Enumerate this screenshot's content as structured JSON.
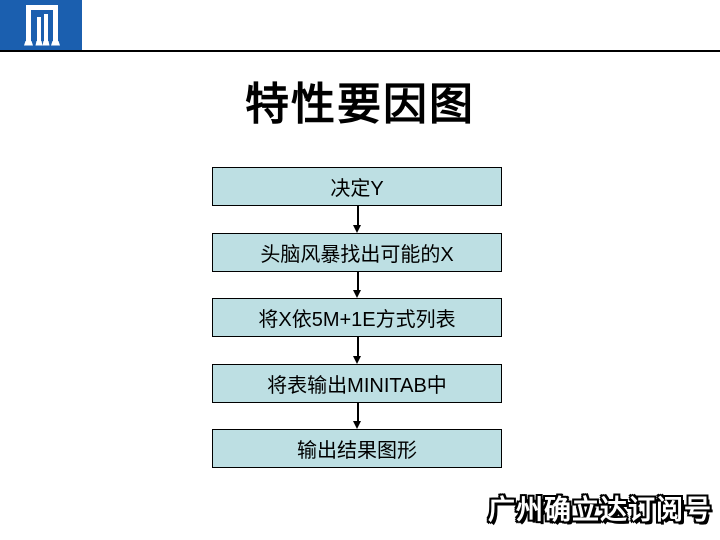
{
  "title": "特性要因图",
  "watermark": "广州确立达订阅号",
  "logo": {
    "icon": "gate-pillars-logo",
    "background_color": "#1B5FAF",
    "symbol_color": "#FFFFFF"
  },
  "flow": {
    "steps": [
      {
        "label": "决定Y"
      },
      {
        "label": "头脑风暴找出可能的X"
      },
      {
        "label": "将X依5M+1E方式列表"
      },
      {
        "label": "将表输出MINITAB中"
      },
      {
        "label": "输出结果图形"
      }
    ],
    "box_fill": "#BDDFE3",
    "box_border": "#000000",
    "arrow_color": "#000000"
  },
  "colors": {
    "background": "#FFFFFF",
    "title_color": "#000000",
    "divider_color": "#000000",
    "watermark_fill": "#FFFFFF",
    "watermark_outline": "#000000"
  }
}
